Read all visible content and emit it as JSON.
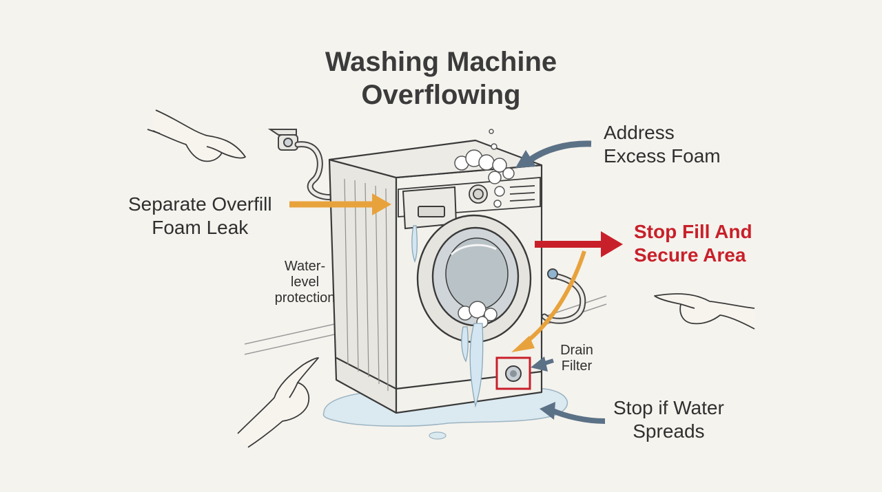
{
  "title_line1": "Washing Machine",
  "title_line2": "Overflowing",
  "labels": {
    "address_foam": [
      "Address",
      "Excess Foam"
    ],
    "separate_leak": [
      "Separate Overfill",
      "Foam Leak"
    ],
    "stop_fill": [
      "Stop Fill And",
      "Secure Area"
    ],
    "water_level": [
      "Water-",
      "level",
      "protection"
    ],
    "drain_filter": [
      "Drain",
      "Filter"
    ],
    "stop_spread": [
      "Stop if Water",
      "Spreads"
    ]
  },
  "colors": {
    "background": "#f5f3ee",
    "ink": "#3a3a3a",
    "orange_arrow": "#e8a23c",
    "blue_arrow": "#5b7186",
    "red_arrow": "#c8202a",
    "water": "#cfe3ee"
  },
  "icons": [
    "pointing-hand-icon",
    "foam-bubbles-icon",
    "water-tap-icon"
  ]
}
